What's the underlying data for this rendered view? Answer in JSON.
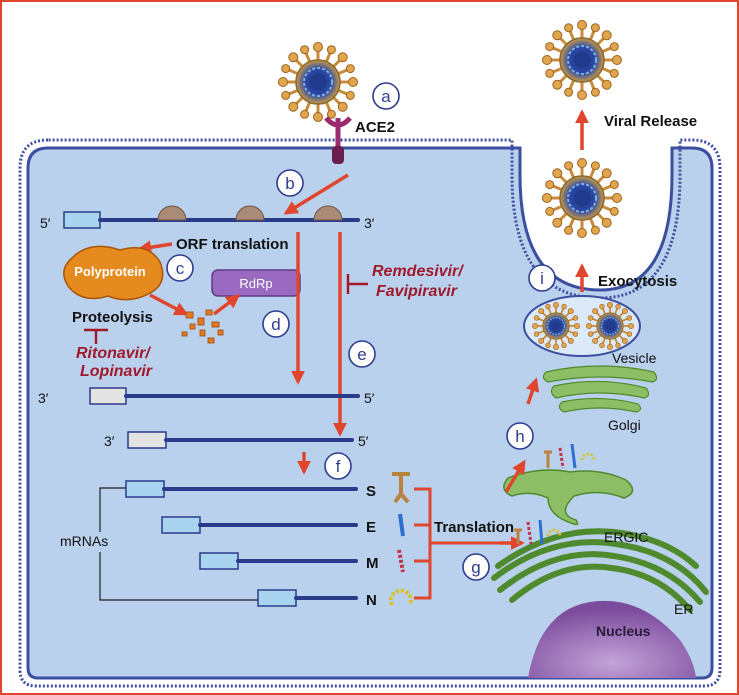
{
  "steps": [
    "a",
    "b",
    "c",
    "d",
    "e",
    "f",
    "g",
    "h",
    "i"
  ],
  "receptor": "ACE2",
  "viral_release": "Viral Release",
  "exocytosis": "Exocytosis",
  "vesicle": "Vesicle",
  "golgi": "Golgi",
  "ergic": "ERGIC",
  "er": "ER",
  "nucleus": "Nucleus",
  "orf_translation": "ORF translation",
  "polyprotein": "Polyprotein",
  "rdrp": "RdRp",
  "proteolysis": "Proteolysis",
  "drugs": {
    "remdesivir_line1": "Remdesivir/",
    "remdesivir_line2": "Favipiravir",
    "ritonavir_line1": "Ritonavir/",
    "ritonavir_line2": "Lopinavir"
  },
  "strand_ends": {
    "five_prime": "5′",
    "three_prime": "3′"
  },
  "mrnas_label": "mRNAs",
  "proteins": [
    "S",
    "E",
    "M",
    "N"
  ],
  "translation": "Translation",
  "colors": {
    "frame_border": "#e0452e",
    "cytoplasm": "#b9d1ec",
    "membrane": "#3b4ea0",
    "arrow": "#e0452e",
    "inhibitor": "#a0182c",
    "rna_strand": "#2a3b8a",
    "step_circle": "#2f3d8f",
    "ace2": "#9c2a6f",
    "polyprotein": "#e58a1f",
    "rdrp": "#9a6ac0",
    "er": "#6aa043",
    "golgi": "#8dbe66",
    "nucleus": "#8a5aa8"
  }
}
